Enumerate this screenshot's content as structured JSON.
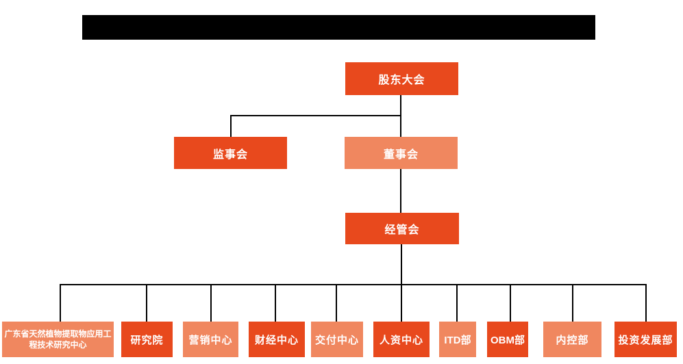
{
  "org_chart": {
    "root": {
      "label": "股东大会"
    },
    "level2": [
      {
        "label": "监事会"
      },
      {
        "label": "董事会"
      }
    ],
    "level3": {
      "label": "经管会"
    },
    "departments": [
      {
        "label": "广东省天然植物提取物应用工程技术研究中心"
      },
      {
        "label": "研究院"
      },
      {
        "label": "营销中心"
      },
      {
        "label": "财经中心"
      },
      {
        "label": "交付中心"
      },
      {
        "label": "人资中心"
      },
      {
        "label": "ITD部"
      },
      {
        "label": "OBM部"
      },
      {
        "label": "内控部"
      },
      {
        "label": "投资发展部"
      }
    ]
  },
  "colors": {
    "node_primary": "#e8491d",
    "node_secondary": "#f0875f",
    "connector": "#000000",
    "node_text": "#ffffff",
    "redacted_bar": "#000000",
    "background": "#ffffff"
  }
}
